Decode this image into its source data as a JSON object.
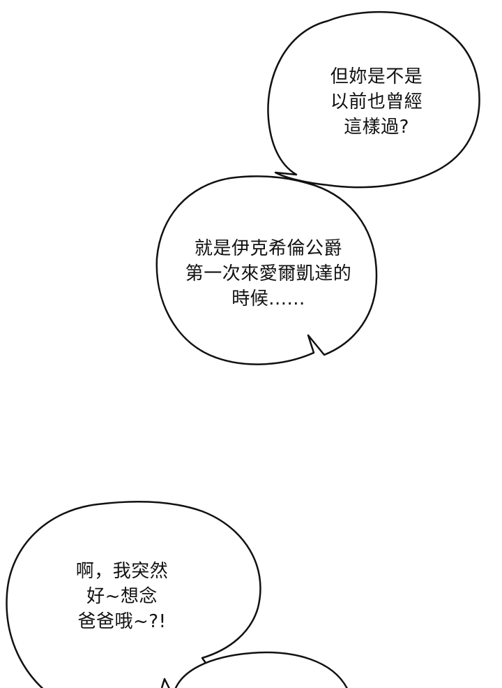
{
  "bubbles": [
    {
      "lines": [
        "但妳是不是",
        "以前也曾經",
        "這樣過?"
      ]
    },
    {
      "lines": [
        "就是伊克希倫公爵",
        "第一次來愛爾凱達的",
        "時候......"
      ]
    },
    {
      "lines": [
        "啊，我突然",
        "好~想念",
        "爸爸哦~?!"
      ]
    }
  ],
  "colors": {
    "background": "#ffffff",
    "outline": "#111111",
    "text": "#111111"
  }
}
